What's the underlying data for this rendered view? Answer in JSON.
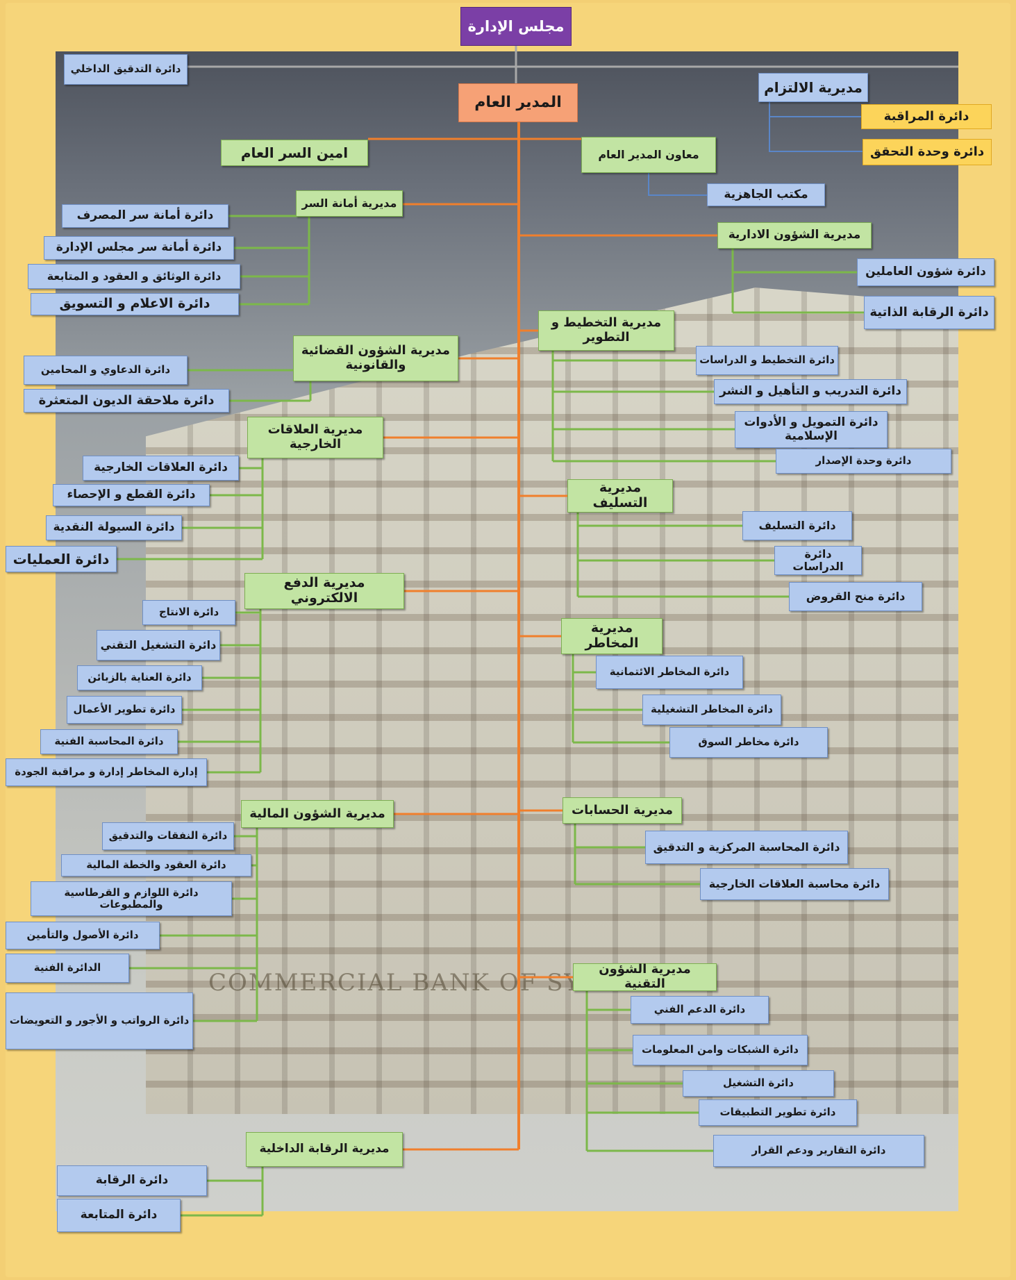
{
  "board": "مجلس الإدارة",
  "internal_audit": "دائرة التدقيق الداخلي",
  "general_manager": "المدير العام",
  "compliance": {
    "title": "مديرية الالتزام",
    "depts": [
      "دائرة المراقبة",
      "دائرة وحدة التحقق"
    ]
  },
  "secretary_general": "امين السر العام",
  "deputy_gm": "معاون المدير العام",
  "readiness_office": "مكتب الجاهزية",
  "secretariat": {
    "title": "مديرية أمانة السر",
    "depts": [
      "دائرة أمانة سر المصرف",
      "دائرة أمانة سر مجلس الإدارة",
      "دائرة الوثائق و العقود و المتابعة",
      "دائرة الاعلام و التسويق"
    ]
  },
  "admin_affairs": {
    "title": "مديرية الشؤون الادارية",
    "depts": [
      "دائرة شؤون العاملين",
      "دائرة الرقابة الذاتية"
    ]
  },
  "legal": {
    "title": "مديرية الشؤون القضائية والقانونية",
    "depts": [
      "دائرة الدعاوي و المحامين",
      "دائرة ملاحقة الديون المتعثرة"
    ]
  },
  "planning": {
    "title": "مديرية التخطيط و التطوير",
    "depts": [
      "دائرة التخطيط و الدراسات",
      "دائرة التدريب و التأهيل و النشر",
      "دائرة التمويل و الأدوات الإسلامية",
      "دائرة وحدة الإصدار"
    ]
  },
  "foreign_relations": {
    "title": "مديرية العلاقات الخارجية",
    "depts": [
      "دائرة العلاقات الخارجية",
      "دائرة القطع و الإحصاء",
      "دائرة السيولة النقدية",
      "دائرة العمليات"
    ]
  },
  "lending": {
    "title": "مديرية التسليف",
    "depts": [
      "دائرة التسليف",
      "دائرة الدراسات",
      "دائرة  منح القروض"
    ]
  },
  "epayment": {
    "title": "مديرية الدفع الالكتروني",
    "depts": [
      "دائرة الانتاج",
      "دائرة التشغيل التقني",
      "دائرة العناية بالزبائن",
      "دائرة تطوير الأعمال",
      "دائرة المحاسبة الفنية",
      "إدارة المخاطر إدارة و مراقبة الجودة"
    ]
  },
  "risks": {
    "title": "مديرية المخاطر",
    "depts": [
      "دائرة المخاطر الائتمانية",
      "دائرة المخاطر التشغيلية",
      "دائرة مخاطر السوق"
    ]
  },
  "financial": {
    "title": "مديرية الشؤون المالية",
    "depts": [
      "دائرة النفقات والتدقيق",
      "دائرة العقود والخطة المالية",
      "دائرة اللوازم   و القرطاسية والمطبوعات",
      "دائرة الأصول والتأمين",
      "الدائرة الفنية",
      "دائرة الرواتب و الأجور و التعويضات"
    ]
  },
  "accounts": {
    "title": "مديرية الحسابات",
    "depts": [
      "دائرة المحاسبة المركزية و التدقيق",
      "دائرة  محاسبة العلاقات الخارجية"
    ]
  },
  "technical": {
    "title": "مديرية الشؤون التقنية",
    "depts": [
      "دائرة الدعم الفني",
      "دائرة الشبكات وامن المعلومات",
      "دائرة التشغيل",
      "دائرة تطوير التطبيقات",
      "دائرة التقارير ودعم القرار"
    ]
  },
  "internal_control": {
    "title": "مديرية الرقابة الداخلية",
    "depts": [
      "دائرة الرقابة",
      "دائرة المتابعة"
    ]
  },
  "photo_sign": "COMMERCIAL BANK OF SYRIA",
  "colors": {
    "trunk": "#f07f2c",
    "green_link": "#7cb84a",
    "blue_link": "#5a86c8",
    "grey_link": "#a8a8a8"
  }
}
